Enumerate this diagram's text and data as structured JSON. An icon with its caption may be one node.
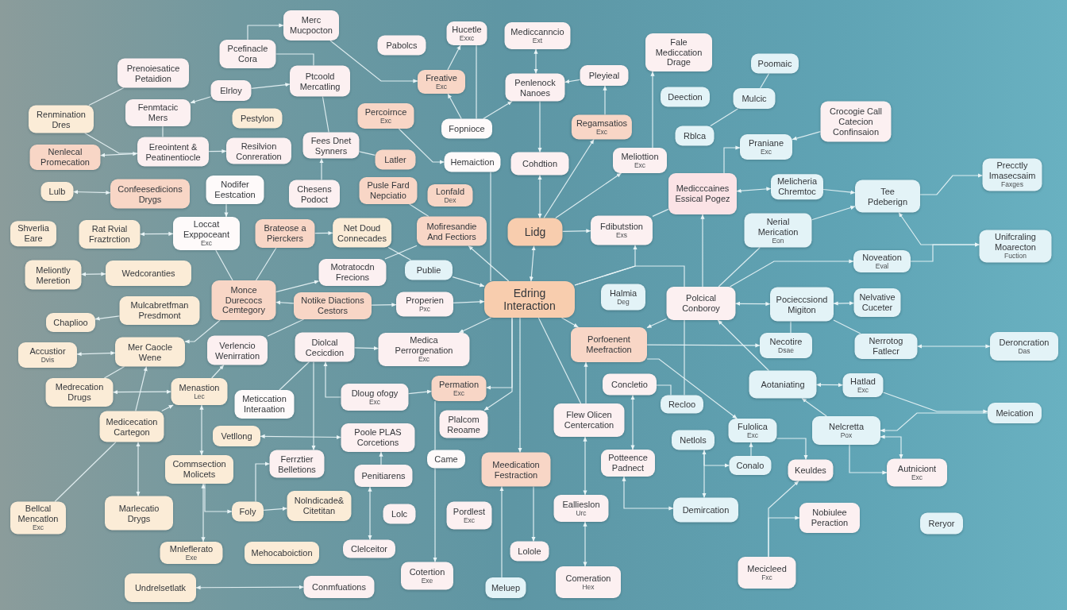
{
  "diagram": {
    "nodes": [
      {
        "text": [
          "Merc Mucpocton"
        ]
      },
      {
        "text": [
          "Pabolcs"
        ]
      },
      {
        "text": [
          "Hucetle",
          "Exxc"
        ]
      },
      {
        "text": [
          "Mediccanncio",
          "Ext"
        ]
      },
      {
        "text": [
          "Fale Mediccation Drage"
        ]
      },
      {
        "text": [
          "Poomaic"
        ]
      },
      {
        "text": [
          "Prenoiesatice Petaidion"
        ]
      },
      {
        "text": [
          "Pcefinacle Cora"
        ]
      },
      {
        "text": [
          "Elrloy"
        ]
      },
      {
        "text": [
          "Ptcoold Mercatling"
        ]
      },
      {
        "text": [
          "Freative",
          "Exc"
        ]
      },
      {
        "text": [
          "Penlenock Nanoes"
        ]
      },
      {
        "text": [
          "Pleyieal"
        ]
      },
      {
        "text": [
          "Deection"
        ]
      },
      {
        "text": [
          "Mulcic"
        ]
      },
      {
        "text": [
          "Crocogie Call Catecion Confinsaion"
        ]
      },
      {
        "text": [
          "Renmination Dres"
        ]
      },
      {
        "text": [
          "Fenmtacic Mers"
        ]
      },
      {
        "text": [
          "Pestylon"
        ]
      },
      {
        "text": [
          "Percoirnce",
          "Exc"
        ]
      },
      {
        "text": [
          "Fopnioce"
        ]
      },
      {
        "text": [
          "Regamsatios",
          "Exc"
        ]
      },
      {
        "text": [
          "Rblca"
        ]
      },
      {
        "text": [
          "Praniane",
          "Exc"
        ]
      },
      {
        "text": [
          "Nenlecal Promecation"
        ]
      },
      {
        "text": [
          "Ereointent & Peatinentiocle"
        ]
      },
      {
        "text": [
          "Resilvion Conreration"
        ]
      },
      {
        "text": [
          "Fees Dnet Synners"
        ]
      },
      {
        "text": [
          "Latler"
        ]
      },
      {
        "text": [
          "Hemaiction"
        ]
      },
      {
        "text": [
          "Cohdtion"
        ]
      },
      {
        "text": [
          "Meliottion",
          "Exc"
        ]
      },
      {
        "text": [
          "Precctly Imasecsaim",
          "Faxges"
        ]
      },
      {
        "text": [
          "Lulb"
        ]
      },
      {
        "text": [
          "Confeesedicions Drygs"
        ]
      },
      {
        "text": [
          "Nodifer Eestcation"
        ]
      },
      {
        "text": [
          "Chesens Podoct"
        ]
      },
      {
        "text": [
          "Pusle Fard Nepciatio"
        ]
      },
      {
        "text": [
          "Lonfald",
          "Dex"
        ]
      },
      {
        "text": [
          "Medicccaines Essical Pogez"
        ]
      },
      {
        "text": [
          "Melicheria Chremtoc"
        ]
      },
      {
        "text": [
          "Tee Pdeberign"
        ]
      },
      {
        "text": [
          "Shverlia Eare"
        ]
      },
      {
        "text": [
          "Rat Rvial Fraztrction"
        ]
      },
      {
        "text": [
          "Loccat Exppoceant",
          "Exc"
        ]
      },
      {
        "text": [
          "Brateose a Pierckers"
        ]
      },
      {
        "text": [
          "Net Doud Connecades"
        ]
      },
      {
        "text": [
          "Mofiresandie And Fectiors"
        ]
      },
      {
        "text": [
          "Lidg"
        ]
      },
      {
        "text": [
          "Fdibutstion",
          "Exs"
        ]
      },
      {
        "text": [
          "Nerial Merication",
          "Eon"
        ]
      },
      {
        "text": [
          "Unifcraling Moarecton",
          "Fuction"
        ]
      },
      {
        "text": [
          "Meliontly Meretion"
        ]
      },
      {
        "text": [
          "Wedcoranties"
        ]
      },
      {
        "text": [
          "Motratocdn Frecions"
        ]
      },
      {
        "text": [
          "Publie"
        ]
      },
      {
        "text": [
          "Noveation",
          "Eval"
        ]
      },
      {
        "text": [
          "Monce Durecocs Cemtegory"
        ]
      },
      {
        "text": [
          "Notike Diactions Cestors"
        ]
      },
      {
        "text": [
          "Properien",
          "Pxc"
        ]
      },
      {
        "text": [
          "Edring Interaction"
        ]
      },
      {
        "text": [
          "Halmia",
          "Deg"
        ]
      },
      {
        "text": [
          "Polcical Conboroy"
        ]
      },
      {
        "text": [
          "Pocieccsiond Migiton"
        ]
      },
      {
        "text": [
          "Nelvative Cuceter"
        ]
      },
      {
        "text": [
          "Mulcabretfman Presdmont"
        ]
      },
      {
        "text": [
          "Chaplioo"
        ]
      },
      {
        "text": [
          "Accustior",
          "Dvis"
        ]
      },
      {
        "text": [
          "Mer Caocle Wene"
        ]
      },
      {
        "text": [
          "Verlencio Wenirration"
        ]
      },
      {
        "text": [
          "Diolcal Cecicdion"
        ]
      },
      {
        "text": [
          "Medica Perrorgenation",
          "Exc"
        ]
      },
      {
        "text": [
          "Porfoenent Meefraction"
        ]
      },
      {
        "text": [
          "Necotire",
          "Dsae"
        ]
      },
      {
        "text": [
          "Nerrotog Fatlecr"
        ]
      },
      {
        "text": [
          "Deroncration",
          "Das"
        ]
      },
      {
        "text": [
          "Medrecation Drugs"
        ]
      },
      {
        "text": [
          "Menastion",
          "Lec"
        ]
      },
      {
        "text": [
          "Meticcation Interaation"
        ]
      },
      {
        "text": [
          "Dloug ofogy",
          "Exc"
        ]
      },
      {
        "text": [
          "Permation",
          "Exc"
        ]
      },
      {
        "text": [
          "Concletio"
        ]
      },
      {
        "text": [
          "Recloo"
        ]
      },
      {
        "text": [
          "Aotaniating"
        ]
      },
      {
        "text": [
          "Hatlad",
          "Exc"
        ]
      },
      {
        "text": [
          "Medicecation Cartegon"
        ]
      },
      {
        "text": [
          "Plalcom Reoame"
        ]
      },
      {
        "text": [
          "Flew Olicen Centercation"
        ]
      },
      {
        "text": [
          "Meication"
        ]
      },
      {
        "text": [
          "Fulolica",
          "Exc"
        ]
      },
      {
        "text": [
          "Nelcretta",
          "Pox"
        ]
      },
      {
        "text": [
          "Vetllong"
        ]
      },
      {
        "text": [
          "Poole PLAS Corcetions"
        ]
      },
      {
        "text": [
          "Came"
        ]
      },
      {
        "text": [
          "Potteence Padnect"
        ]
      },
      {
        "text": [
          "Netlols"
        ]
      },
      {
        "text": [
          "Conalo"
        ]
      },
      {
        "text": [
          "Keuldes"
        ]
      },
      {
        "text": [
          "Autniciont",
          "Exc"
        ]
      },
      {
        "text": [
          "Commsection Molicets"
        ]
      },
      {
        "text": [
          "Ferrztier Belletions"
        ]
      },
      {
        "text": [
          "Meedication Festraction"
        ]
      },
      {
        "text": [
          "Penitiarens"
        ]
      },
      {
        "text": [
          "Bellcal Mencatlon",
          "Exc"
        ]
      },
      {
        "text": [
          "Marlecatio Drygs"
        ]
      },
      {
        "text": [
          "Foly"
        ]
      },
      {
        "text": [
          "Nolndicade& Citetitan"
        ]
      },
      {
        "text": [
          "Lolc"
        ]
      },
      {
        "text": [
          "Pordlest",
          "Exc"
        ]
      },
      {
        "text": [
          "Eallieslon",
          "Urc"
        ]
      },
      {
        "text": [
          "Demircation"
        ]
      },
      {
        "text": [
          "Nobiulee Peraction"
        ]
      },
      {
        "text": [
          "Reryor"
        ]
      },
      {
        "text": [
          "Mnleflerato",
          "Exe"
        ]
      },
      {
        "text": [
          "Mehocaboiction"
        ]
      },
      {
        "text": [
          "Clelceitor"
        ]
      },
      {
        "text": [
          "Lolole"
        ]
      },
      {
        "text": [
          "Mecicleed",
          "Fxc"
        ]
      },
      {
        "text": [
          "Undrelsetlatk"
        ]
      },
      {
        "text": [
          "Conmfuations"
        ]
      },
      {
        "text": [
          "Cotertion",
          "Exe"
        ]
      },
      {
        "text": [
          "Meluep"
        ]
      },
      {
        "text": [
          "Comeration",
          "Hex"
        ]
      }
    ],
    "edges": [
      {
        "from": 7,
        "to": 0,
        "arrow": "to"
      },
      {
        "from": 7,
        "to": 9,
        "arrow": "none"
      },
      {
        "from": 0,
        "to": 10,
        "arrow": "to"
      },
      {
        "from": 16,
        "to": 6,
        "arrow": "none"
      },
      {
        "from": 8,
        "to": 9,
        "arrow": "to"
      },
      {
        "from": 8,
        "to": 17,
        "arrow": "to"
      },
      {
        "from": 9,
        "to": 27,
        "arrow": "none"
      },
      {
        "from": 16,
        "to": 25,
        "arrow": "none"
      },
      {
        "from": 24,
        "to": 25,
        "arrow": "both"
      },
      {
        "from": 17,
        "to": 25,
        "arrow": "none"
      },
      {
        "from": 25,
        "to": 26,
        "arrow": "to"
      },
      {
        "from": 36,
        "to": 27,
        "arrow": "to"
      },
      {
        "from": 33,
        "to": 34,
        "arrow": "both"
      },
      {
        "from": 35,
        "to": 44,
        "arrow": "to"
      },
      {
        "from": 43,
        "to": 44,
        "arrow": "both"
      },
      {
        "from": 44,
        "to": 57,
        "arrow": "none"
      },
      {
        "from": 45,
        "to": 46,
        "arrow": "to"
      },
      {
        "from": 45,
        "to": 57,
        "arrow": "none"
      },
      {
        "from": 52,
        "to": 53,
        "arrow": "both"
      },
      {
        "from": 57,
        "to": 54,
        "arrow": "to"
      },
      {
        "from": 58,
        "to": 57,
        "arrow": "to"
      },
      {
        "from": 10,
        "to": 2,
        "arrow": "to"
      },
      {
        "from": 20,
        "to": 10,
        "arrow": "to"
      },
      {
        "from": 20,
        "to": 2,
        "arrow": "none"
      },
      {
        "from": 20,
        "to": 11,
        "arrow": "to"
      },
      {
        "from": 11,
        "to": 3,
        "arrow": "both"
      },
      {
        "from": 12,
        "to": 11,
        "arrow": "to"
      },
      {
        "from": 11,
        "to": 30,
        "arrow": "to"
      },
      {
        "from": 21,
        "to": 12,
        "arrow": "to"
      },
      {
        "from": 19,
        "to": 29,
        "arrow": "to"
      },
      {
        "from": 29,
        "to": 60,
        "arrow": "none"
      },
      {
        "from": 30,
        "to": 48,
        "arrow": "both"
      },
      {
        "from": 48,
        "to": 49,
        "arrow": "to"
      },
      {
        "from": 48,
        "to": 21,
        "arrow": "to"
      },
      {
        "from": 48,
        "to": 31,
        "arrow": "to"
      },
      {
        "from": 31,
        "to": 4,
        "arrow": "to"
      },
      {
        "from": 37,
        "to": 47,
        "arrow": "none"
      },
      {
        "from": 27,
        "to": 28,
        "arrow": "none"
      },
      {
        "from": 46,
        "to": 55,
        "arrow": "none"
      },
      {
        "from": 54,
        "to": 47,
        "arrow": "none"
      },
      {
        "from": 55,
        "to": 60,
        "arrow": "to"
      },
      {
        "from": 60,
        "to": 47,
        "arrow": "to"
      },
      {
        "from": 48,
        "to": 60,
        "arrow": "both"
      },
      {
        "from": 60,
        "to": 49,
        "arrow": "to"
      },
      {
        "from": 60,
        "to": 62,
        "arrow": "none"
      },
      {
        "from": 62,
        "to": 39,
        "arrow": "to"
      },
      {
        "from": 49,
        "to": 39,
        "arrow": "none"
      },
      {
        "from": 59,
        "to": 60,
        "arrow": "to"
      },
      {
        "from": 58,
        "to": 59,
        "arrow": "to"
      },
      {
        "from": 5,
        "to": 14,
        "arrow": "none"
      },
      {
        "from": 14,
        "to": 22,
        "arrow": "none"
      },
      {
        "from": 39,
        "to": 23,
        "arrow": "to"
      },
      {
        "from": 15,
        "to": 23,
        "arrow": "to"
      },
      {
        "from": 39,
        "to": 40,
        "arrow": "both"
      },
      {
        "from": 40,
        "to": 41,
        "arrow": "to"
      },
      {
        "from": 50,
        "to": 41,
        "arrow": "to"
      },
      {
        "from": 41,
        "to": 32,
        "arrow": "to"
      },
      {
        "from": 41,
        "to": 51,
        "arrow": "both"
      },
      {
        "from": 56,
        "to": 51,
        "arrow": "to"
      },
      {
        "from": 62,
        "to": 56,
        "arrow": "to"
      },
      {
        "from": 62,
        "to": 50,
        "arrow": "none"
      },
      {
        "from": 62,
        "to": 63,
        "arrow": "both"
      },
      {
        "from": 63,
        "to": 64,
        "arrow": "both"
      },
      {
        "from": 63,
        "to": 73,
        "arrow": "none"
      },
      {
        "from": 63,
        "to": 74,
        "arrow": "none"
      },
      {
        "from": 74,
        "to": 75,
        "arrow": "both"
      },
      {
        "from": 72,
        "to": 73,
        "arrow": "to"
      },
      {
        "from": 83,
        "to": 62,
        "arrow": "to"
      },
      {
        "from": 62,
        "to": 72,
        "arrow": "to"
      },
      {
        "from": 72,
        "to": 89,
        "arrow": "to"
      },
      {
        "from": 83,
        "to": 84,
        "arrow": "both"
      },
      {
        "from": 84,
        "to": 88,
        "arrow": "to"
      },
      {
        "from": 88,
        "to": 90,
        "arrow": "to"
      },
      {
        "from": 90,
        "to": 83,
        "arrow": "to"
      },
      {
        "from": 90,
        "to": 98,
        "arrow": "both"
      },
      {
        "from": 90,
        "to": 98,
        "arrow": "to"
      },
      {
        "from": 89,
        "to": 97,
        "arrow": "to"
      },
      {
        "from": 96,
        "to": 89,
        "arrow": "to"
      },
      {
        "from": 95,
        "to": 96,
        "arrow": "to"
      },
      {
        "from": 95,
        "to": 110,
        "arrow": "both"
      },
      {
        "from": 81,
        "to": 82,
        "arrow": "none"
      },
      {
        "from": 62,
        "to": 82,
        "arrow": "none"
      },
      {
        "from": 60,
        "to": 72,
        "arrow": "to"
      },
      {
        "from": 87,
        "to": 72,
        "arrow": "to"
      },
      {
        "from": 87,
        "to": 109,
        "arrow": "both"
      },
      {
        "from": 109,
        "to": 122,
        "arrow": "both"
      },
      {
        "from": 81,
        "to": 94,
        "arrow": "both"
      },
      {
        "from": 94,
        "to": 110,
        "arrow": "both"
      },
      {
        "from": 60,
        "to": 87,
        "arrow": "none"
      },
      {
        "from": 60,
        "to": 101,
        "arrow": "to"
      },
      {
        "from": 60,
        "to": 80,
        "arrow": "to"
      },
      {
        "from": 60,
        "to": 71,
        "arrow": "to"
      },
      {
        "from": 60,
        "to": 86,
        "arrow": "to"
      },
      {
        "from": 70,
        "to": 71,
        "arrow": "to"
      },
      {
        "from": 70,
        "to": 78,
        "arrow": "none"
      },
      {
        "from": 70,
        "to": 100,
        "arrow": "to"
      },
      {
        "from": 79,
        "to": 70,
        "arrow": "to"
      },
      {
        "from": 79,
        "to": 80,
        "arrow": "to"
      },
      {
        "from": 80,
        "to": 93,
        "arrow": "none"
      },
      {
        "from": 93,
        "to": 120,
        "arrow": "to"
      },
      {
        "from": 101,
        "to": 116,
        "arrow": "to"
      },
      {
        "from": 121,
        "to": 101,
        "arrow": "to"
      },
      {
        "from": 102,
        "to": 115,
        "arrow": "both"
      },
      {
        "from": 102,
        "to": 92,
        "arrow": "to"
      },
      {
        "from": 91,
        "to": 92,
        "arrow": "both"
      },
      {
        "from": 58,
        "to": 69,
        "arrow": "none"
      },
      {
        "from": 57,
        "to": 68,
        "arrow": "to"
      },
      {
        "from": 65,
        "to": 66,
        "arrow": "to"
      },
      {
        "from": 67,
        "to": 68,
        "arrow": "both"
      },
      {
        "from": 68,
        "to": 76,
        "arrow": "none"
      },
      {
        "from": 76,
        "to": 77,
        "arrow": "both"
      },
      {
        "from": 85,
        "to": 68,
        "arrow": "to"
      },
      {
        "from": 77,
        "to": 69,
        "arrow": "to"
      },
      {
        "from": 85,
        "to": 77,
        "arrow": "to"
      },
      {
        "from": 77,
        "to": 99,
        "arrow": "both"
      },
      {
        "from": 85,
        "to": 104,
        "arrow": "both"
      },
      {
        "from": 85,
        "to": 103,
        "arrow": "none"
      },
      {
        "from": 99,
        "to": 113,
        "arrow": "both"
      },
      {
        "from": 99,
        "to": 105,
        "arrow": "to"
      },
      {
        "from": 105,
        "to": 100,
        "arrow": "to"
      },
      {
        "from": 105,
        "to": 106,
        "arrow": "to"
      },
      {
        "from": 118,
        "to": 119,
        "arrow": "both"
      },
      {
        "from": 117,
        "to": 97,
        "arrow": "to"
      },
      {
        "from": 117,
        "to": 111,
        "arrow": "to"
      }
    ]
  }
}
